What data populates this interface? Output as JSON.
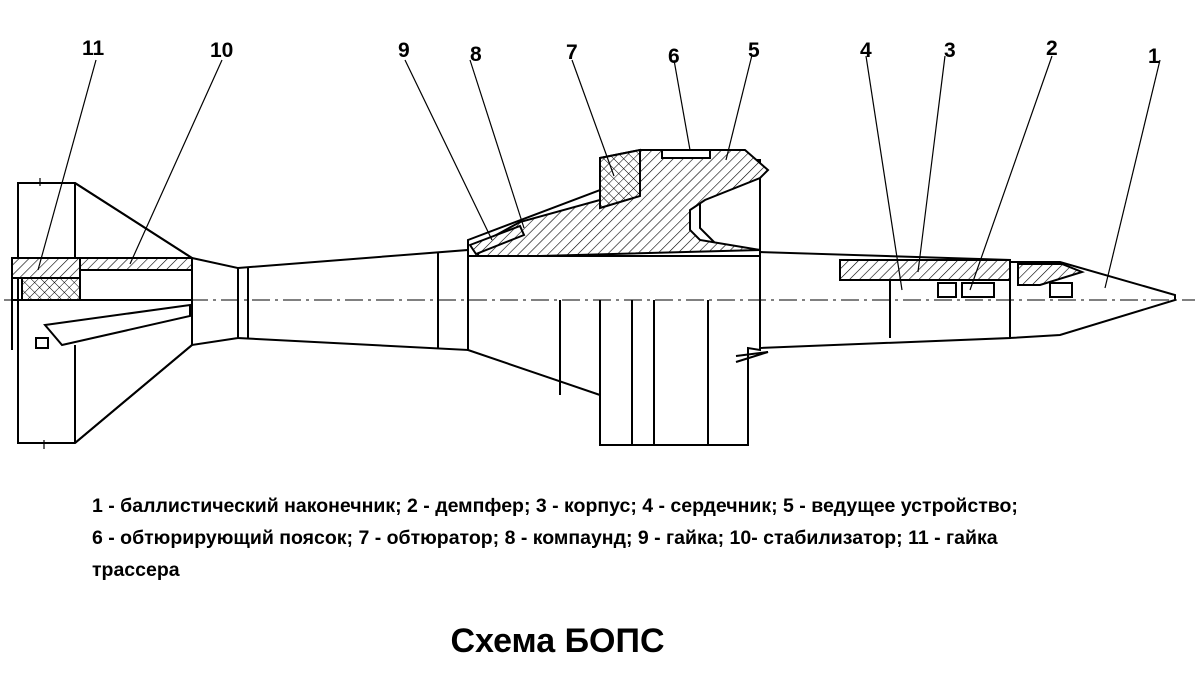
{
  "callouts": [
    {
      "number": "1",
      "part": "баллистический наконечник"
    },
    {
      "number": "2",
      "part": "демпфер"
    },
    {
      "number": "3",
      "part": "корпус"
    },
    {
      "number": "4",
      "part": "сердечник"
    },
    {
      "number": "5",
      "part": "ведущее устройство"
    },
    {
      "number": "6",
      "part": "обтюрирующий поясок"
    },
    {
      "number": "7",
      "part": "обтюратор"
    },
    {
      "number": "8",
      "part": "компаунд"
    },
    {
      "number": "9",
      "part": "гайка"
    },
    {
      "number": "10",
      "part": "стабилизатор"
    },
    {
      "number": "11",
      "part": "гайка трассера"
    }
  ],
  "legend": {
    "line1": "1 - баллистический наконечник; 2 - демпфер; 3 - корпус; 4 - сердечник; 5 - ведущее устройство;",
    "line2": "6 - обтюрирующий поясок; 7 - обтюратор; 8 - компаунд; 9 - гайка; 10- стабилизатор; 11 - гайка",
    "line3": "трассера"
  },
  "caption": "Схема БОПС"
}
